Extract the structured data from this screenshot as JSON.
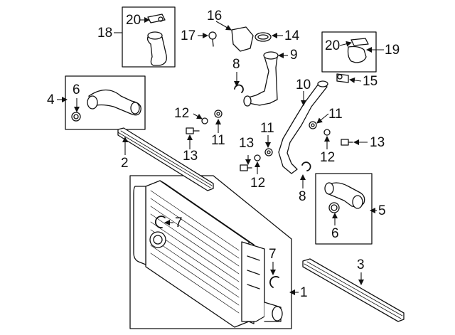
{
  "callouts": [
    {
      "id": "c1",
      "text": "1"
    },
    {
      "id": "c2",
      "text": "2"
    },
    {
      "id": "c3",
      "text": "3"
    },
    {
      "id": "c4",
      "text": "4"
    },
    {
      "id": "c5",
      "text": "5"
    },
    {
      "id": "c6a",
      "text": "6"
    },
    {
      "id": "c6b",
      "text": "6"
    },
    {
      "id": "c7a",
      "text": "7"
    },
    {
      "id": "c7b",
      "text": "7"
    },
    {
      "id": "c8a",
      "text": "8"
    },
    {
      "id": "c8b",
      "text": "8"
    },
    {
      "id": "c9",
      "text": "9"
    },
    {
      "id": "c10",
      "text": "10"
    },
    {
      "id": "c11a",
      "text": "11"
    },
    {
      "id": "c11b",
      "text": "11"
    },
    {
      "id": "c11c",
      "text": "11"
    },
    {
      "id": "c12a",
      "text": "12"
    },
    {
      "id": "c12b",
      "text": "12"
    },
    {
      "id": "c12c",
      "text": "12"
    },
    {
      "id": "c13a",
      "text": "13"
    },
    {
      "id": "c13b",
      "text": "13"
    },
    {
      "id": "c13c",
      "text": "13"
    },
    {
      "id": "c14",
      "text": "14"
    },
    {
      "id": "c15",
      "text": "15"
    },
    {
      "id": "c16",
      "text": "16"
    },
    {
      "id": "c17",
      "text": "17"
    },
    {
      "id": "c18",
      "text": "18"
    },
    {
      "id": "c19",
      "text": "19"
    },
    {
      "id": "c20a",
      "text": "20"
    },
    {
      "id": "c20b",
      "text": "20"
    }
  ]
}
